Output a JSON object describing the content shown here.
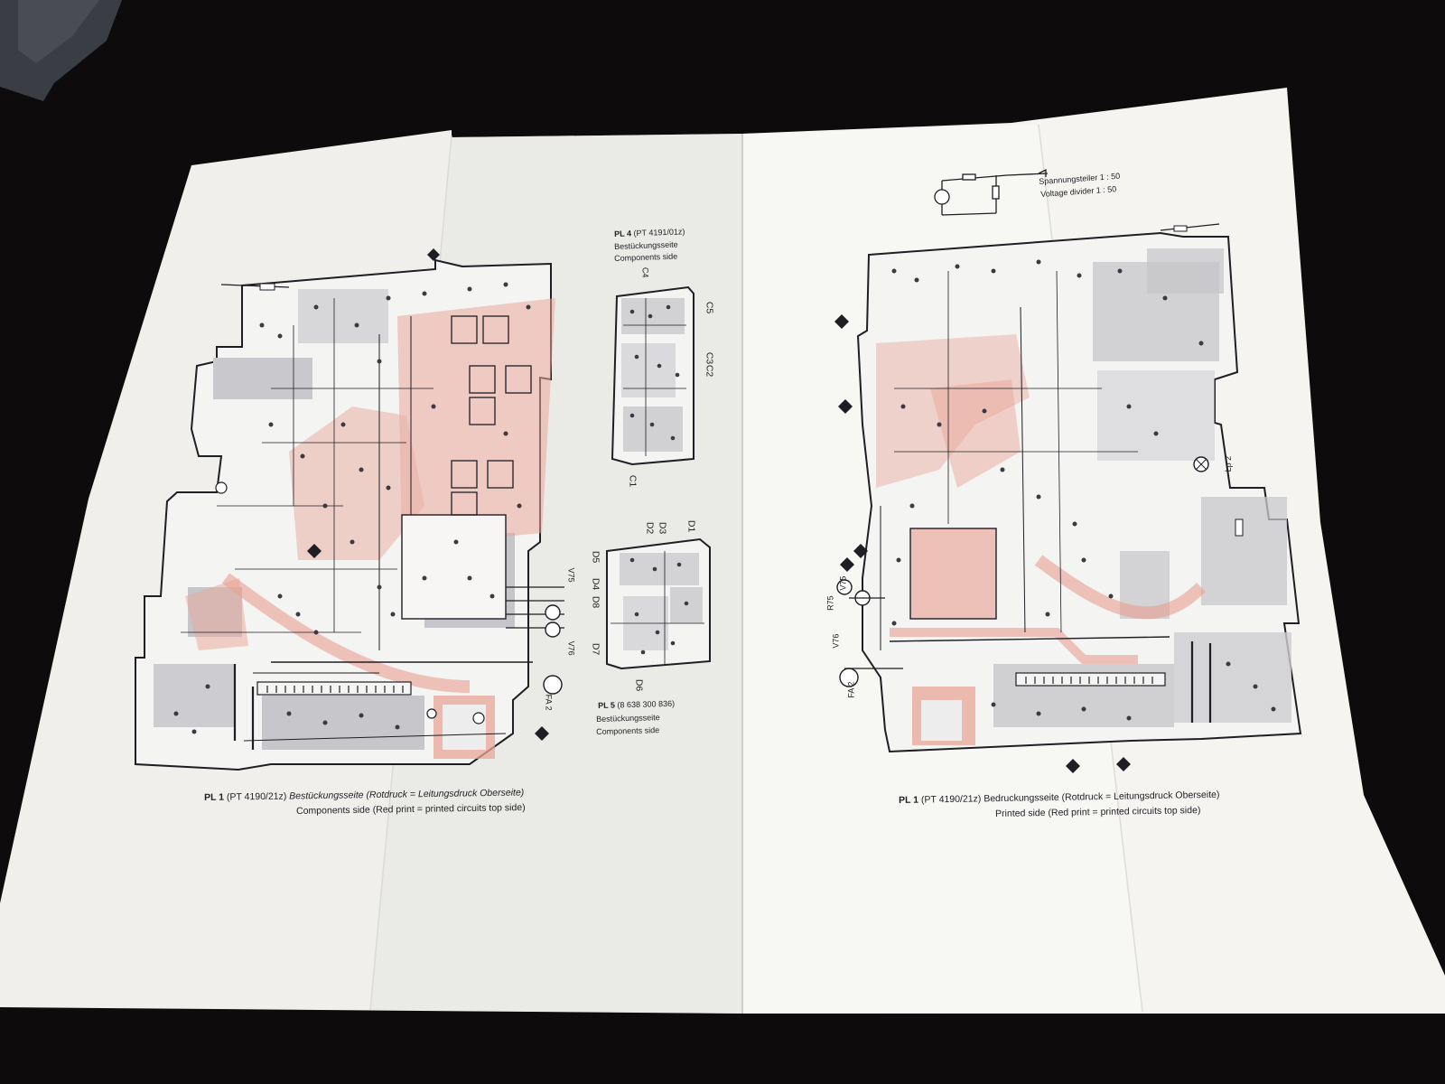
{
  "left_page": {
    "pl1": {
      "title_bold": "PL 1",
      "title_rest": "(PT 4190/21z)",
      "label_de": "Bestückungsseite (Rotdruck = Leitungsdruck Oberseite)",
      "label_en": "Components side (Red print = printed circuits top side)"
    },
    "pl4": {
      "title_bold": "PL 4",
      "title_rest": "(PT 4191/01z)",
      "label_de": "Bestückungsseite",
      "label_en": "Components side",
      "refs": [
        "C5",
        "C2",
        "C3",
        "C1",
        "C4"
      ]
    },
    "pl5": {
      "title_bold": "PL 5",
      "title_rest": "(8 638 300 836)",
      "label_de": "Bestückungsseite",
      "label_en": "Components side",
      "refs": [
        "D5",
        "D4",
        "D8",
        "D7",
        "D6",
        "D1",
        "D2",
        "D3"
      ]
    },
    "refs": [
      "V75",
      "V76",
      "FA 2"
    ]
  },
  "right_page": {
    "pl1": {
      "title_bold": "PL 1",
      "title_rest": "(PT 4190/21z)",
      "label_de": "Bedruckungsseite (Rotdruck = Leitungsdruck Oberseite)",
      "label_en": "Printed side (Red print = printed circuits top side)"
    },
    "divider": {
      "label_de": "Spannungsteiler 1 : 50",
      "label_en": "Voltage divider 1 : 50"
    },
    "refs": [
      "V75",
      "R75",
      "V76",
      "FA 2",
      "Lp 2"
    ]
  },
  "colors": {
    "background": "#0d0b0c",
    "paper": "#f3f2ef",
    "paper_shadow": "#dedddb",
    "trace_red": "#e9a79b",
    "copper_gray": "#c8c8cc",
    "ink": "#1e1e24"
  }
}
